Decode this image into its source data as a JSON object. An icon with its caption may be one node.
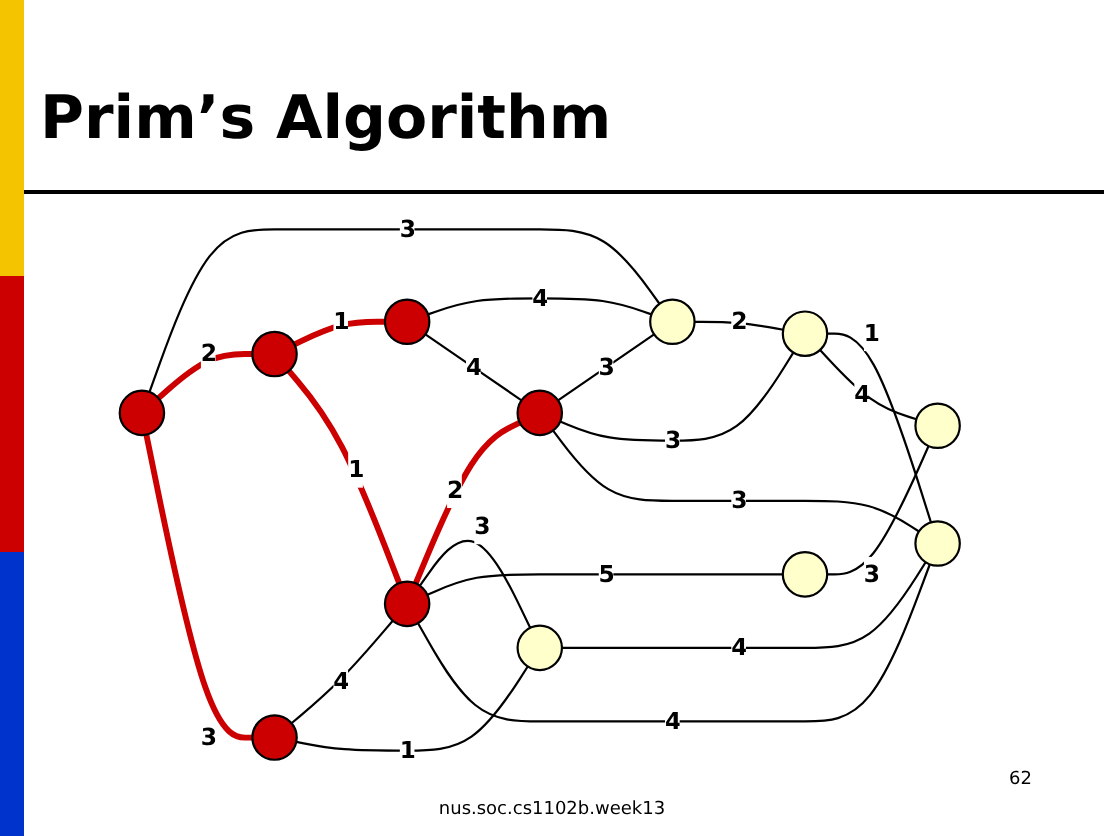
{
  "diagram": {
    "title": "Prim’s Algorithm",
    "nodes": [
      {
        "text": [],
        "shape": "circle"
      },
      {
        "text": [],
        "shape": "circle"
      },
      {
        "text": [],
        "shape": "circle"
      },
      {
        "text": [],
        "shape": "circle"
      },
      {
        "text": [],
        "shape": "circle"
      },
      {
        "text": [],
        "shape": "circle"
      },
      {
        "text": [],
        "shape": "circle"
      },
      {
        "text": [],
        "shape": "circle"
      },
      {
        "text": [],
        "shape": "circle"
      },
      {
        "text": [],
        "shape": "circle"
      },
      {
        "text": [],
        "shape": "circle"
      },
      {
        "text": [],
        "shape": "circle"
      }
    ],
    "edges": [
      {
        "from": 0,
        "to": 3,
        "arrow": "none",
        "label": "3"
      },
      {
        "from": 0,
        "to": 1,
        "arrow": "none",
        "label": "2",
        "style": "thick",
        "color": "#cc0000"
      },
      {
        "from": 1,
        "to": 2,
        "arrow": "none",
        "label": "1",
        "style": "thick",
        "color": "#cc0000"
      },
      {
        "from": 2,
        "to": 3,
        "arrow": "none",
        "label": "4"
      },
      {
        "from": 0,
        "to": 4,
        "arrow": "none",
        "label": "3",
        "style": "thick",
        "color": "#cc0000"
      },
      {
        "from": 1,
        "to": 5,
        "arrow": "none",
        "label": "1",
        "style": "thick",
        "color": "#cc0000"
      },
      {
        "from": 2,
        "to": 6,
        "arrow": "none",
        "label": "4"
      },
      {
        "from": 6,
        "to": 3,
        "arrow": "none",
        "label": "3"
      },
      {
        "from": 3,
        "to": 7,
        "arrow": "none",
        "label": "2"
      },
      {
        "from": 4,
        "to": 5,
        "arrow": "none",
        "label": "4"
      },
      {
        "from": 5,
        "to": 6,
        "arrow": "none",
        "label": "2",
        "style": "thick",
        "color": "#cc0000"
      },
      {
        "from": 6,
        "to": 7,
        "arrow": "none",
        "label": "3"
      },
      {
        "from": 4,
        "to": 8,
        "arrow": "none",
        "label": "1"
      },
      {
        "from": 5,
        "to": 8,
        "arrow": "none",
        "label": "3"
      },
      {
        "from": 5,
        "to": 9,
        "arrow": "none",
        "label": "5"
      },
      {
        "from": 5,
        "to": 10,
        "arrow": "none",
        "label": "4"
      },
      {
        "from": 6,
        "to": 10,
        "arrow": "none",
        "label": "3"
      },
      {
        "from": 7,
        "to": 10,
        "arrow": "none",
        "label": "1"
      },
      {
        "from": 7,
        "to": 11,
        "arrow": "none",
        "label": "4"
      },
      {
        "from": 8,
        "to": 10,
        "arrow": "none",
        "label": "4"
      },
      {
        "from": 9,
        "to": 11,
        "arrow": "none",
        "label": "3"
      }
    ],
    "labels": [
      "62",
      "nus.soc.cs1102b.week13"
    ]
  }
}
